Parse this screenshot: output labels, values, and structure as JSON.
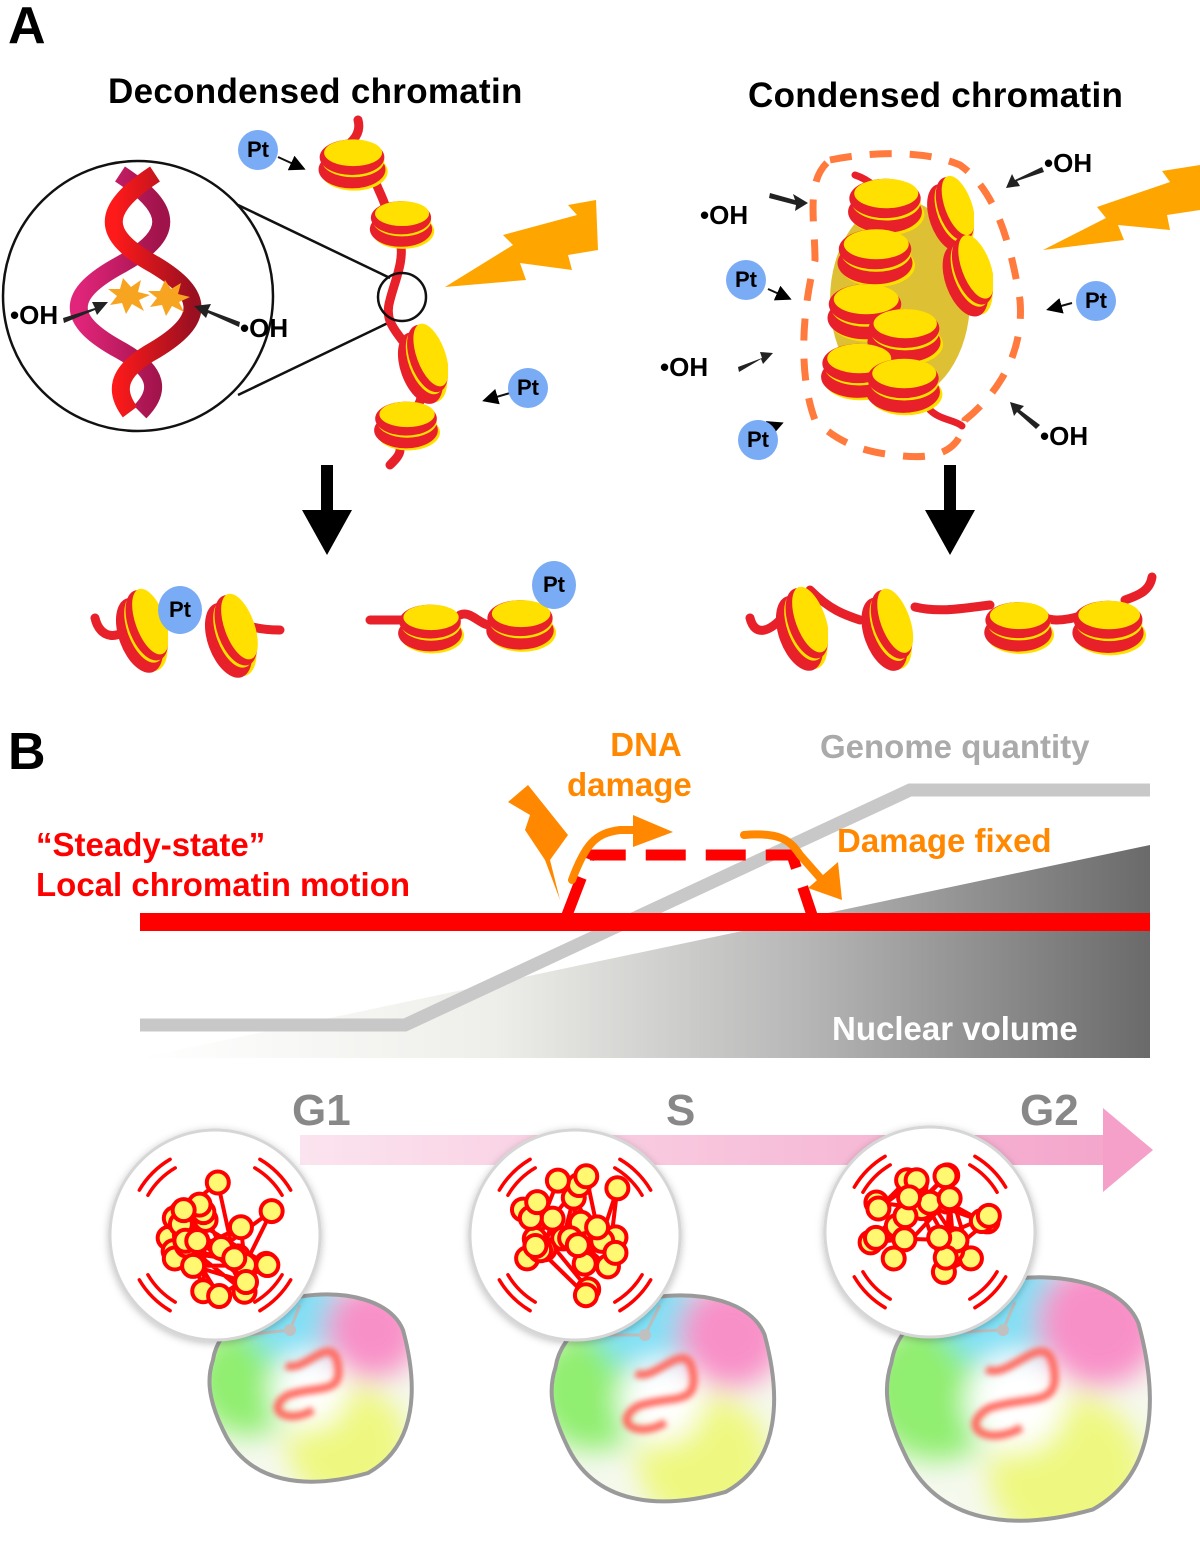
{
  "panel_a": {
    "letter": "A",
    "left": {
      "title": "Decondensed chromatin",
      "pt_labels": [
        "Pt",
        "Pt"
      ],
      "oh_labels": [
        "•OH",
        "•OH"
      ],
      "after_pt_labels": [
        "Pt",
        "Pt"
      ]
    },
    "right": {
      "title": "Condensed chromatin",
      "pt_labels": [
        "Pt",
        "Pt",
        "Pt"
      ],
      "oh_labels": [
        "•OH",
        "•OH",
        "•OH",
        "•OH"
      ]
    }
  },
  "panel_b": {
    "letter": "B",
    "steady_state": "“Steady-state”",
    "local_motion": "Local chromatin motion",
    "dna_damage_line1": "DNA",
    "dna_damage_line2": "damage",
    "damage_fixed": "Damage fixed",
    "genome_quantity": "Genome quantity",
    "nuclear_volume": "Nuclear volume",
    "phases": [
      "G1",
      "S",
      "G2"
    ]
  },
  "colors": {
    "chromatin_red": "#e8202a",
    "nucleosome_yellow": "#ffe000",
    "pt_blue": "#7aabf5",
    "bolt_orange": "#ffa500",
    "damage_orange": "#ff8800",
    "motion_red": "#ff0000",
    "genome_grey": "#c8c8c8",
    "phase_arrow_pink": "#f2a0c8"
  }
}
